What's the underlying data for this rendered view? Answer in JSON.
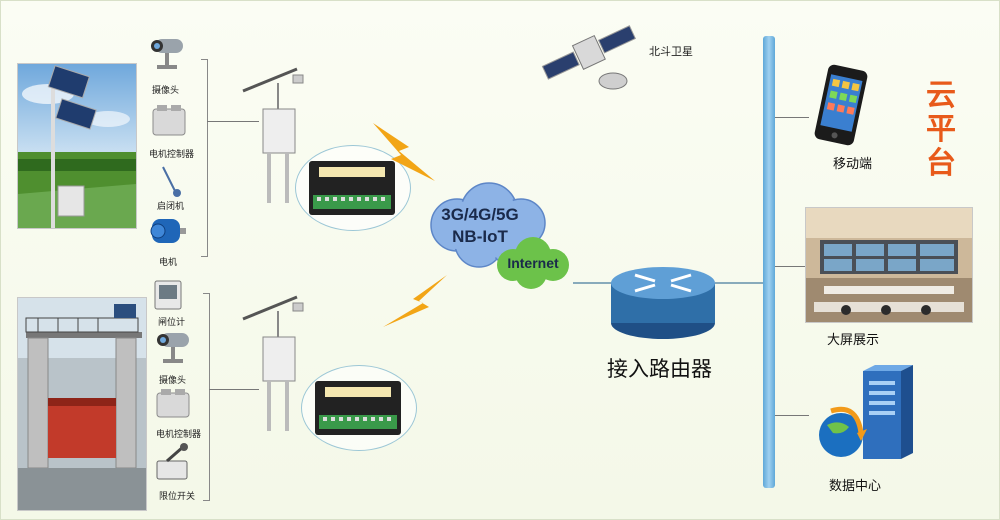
{
  "satellite": {
    "label": "北斗卫星"
  },
  "top_site": {
    "devices": [
      {
        "label": "摄像头",
        "icon": "camera-icon"
      },
      {
        "label": "电机控制器",
        "icon": "motor-controller-icon"
      },
      {
        "label": "启闭机",
        "icon": "hoist-icon"
      },
      {
        "label": "电机",
        "icon": "motor-icon"
      }
    ]
  },
  "bottom_site": {
    "devices": [
      {
        "label": "闸位计",
        "icon": "gate-meter-icon"
      },
      {
        "label": "摄像头",
        "icon": "camera-icon"
      },
      {
        "label": "电机控制器",
        "icon": "motor-controller-icon"
      },
      {
        "label": "限位开关",
        "icon": "limit-switch-icon"
      }
    ]
  },
  "network": {
    "cloud_line1": "3G/4G/5G",
    "cloud_line2": "NB-IoT",
    "internet": "Internet"
  },
  "router": {
    "label": "接入路由器"
  },
  "cloud_platform": {
    "title": "云平台",
    "clients": [
      {
        "label": "移动端",
        "icon": "smartphone-icon"
      },
      {
        "label": "大屏展示",
        "icon": "control-room-icon"
      },
      {
        "label": "数据中心",
        "icon": "server-icon"
      }
    ]
  },
  "colors": {
    "accent": "#e85a1a",
    "bus": "#7bbde6",
    "router": "#2f6fa8",
    "cloud": "#6f9ad6",
    "internet_cloud": "#5cbd3a",
    "lightning": "#f2a516"
  }
}
